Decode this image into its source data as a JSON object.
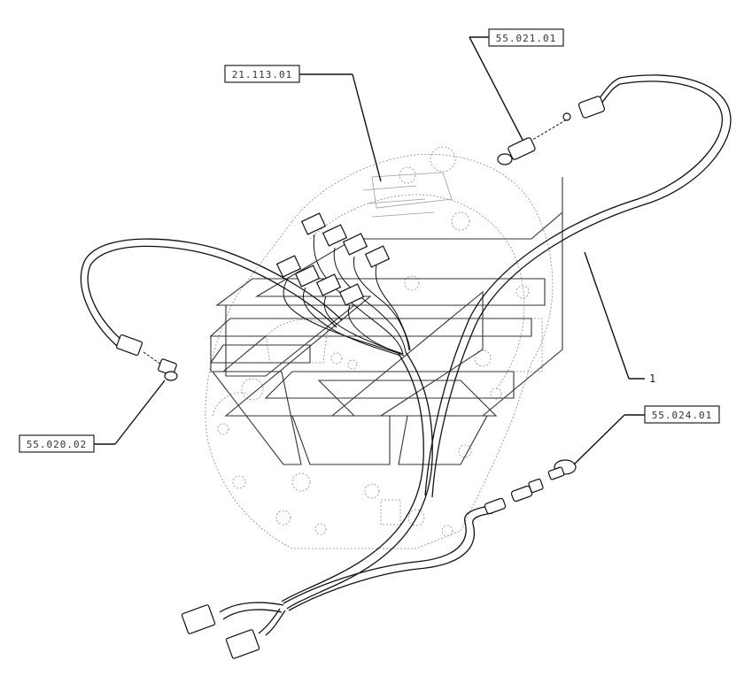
{
  "references": {
    "ref_21_113_01": "21.113.01",
    "ref_55_021_01": "55.021.01",
    "ref_55_020_02": "55.020.02",
    "ref_55_024_01": "55.024.01",
    "item_1": "1"
  }
}
